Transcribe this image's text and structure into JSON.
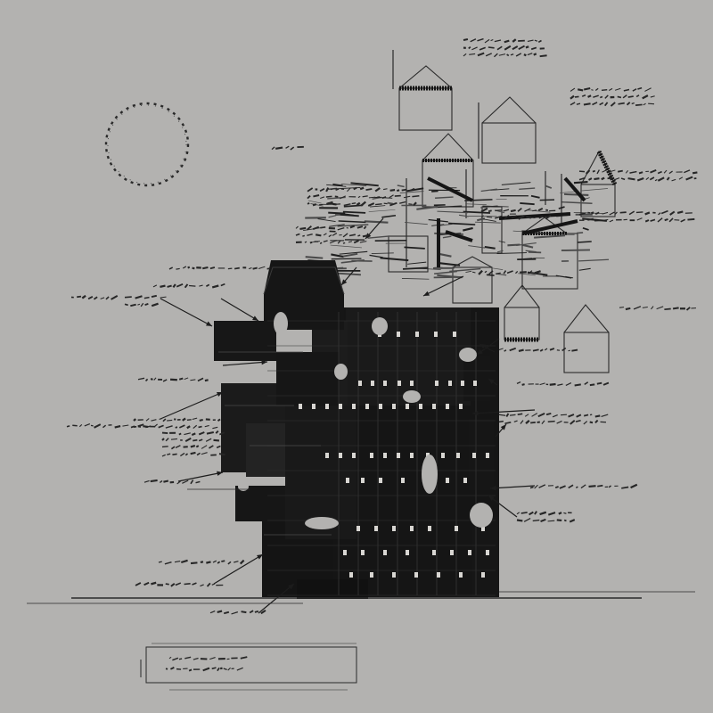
{
  "canvas": {
    "background": "#b3b2b0",
    "ink": "#151515",
    "ink_mid": "#2a2a2a",
    "ink_light": "#5a5a5a",
    "window_light": "#d8d6d2"
  },
  "drawing": {
    "elements": [
      "sketch-circle",
      "house-elevation-outline",
      "tower-section",
      "annotation-scribble",
      "leader-arrow",
      "ground-line",
      "title-block-frame"
    ],
    "text_legible": false
  }
}
